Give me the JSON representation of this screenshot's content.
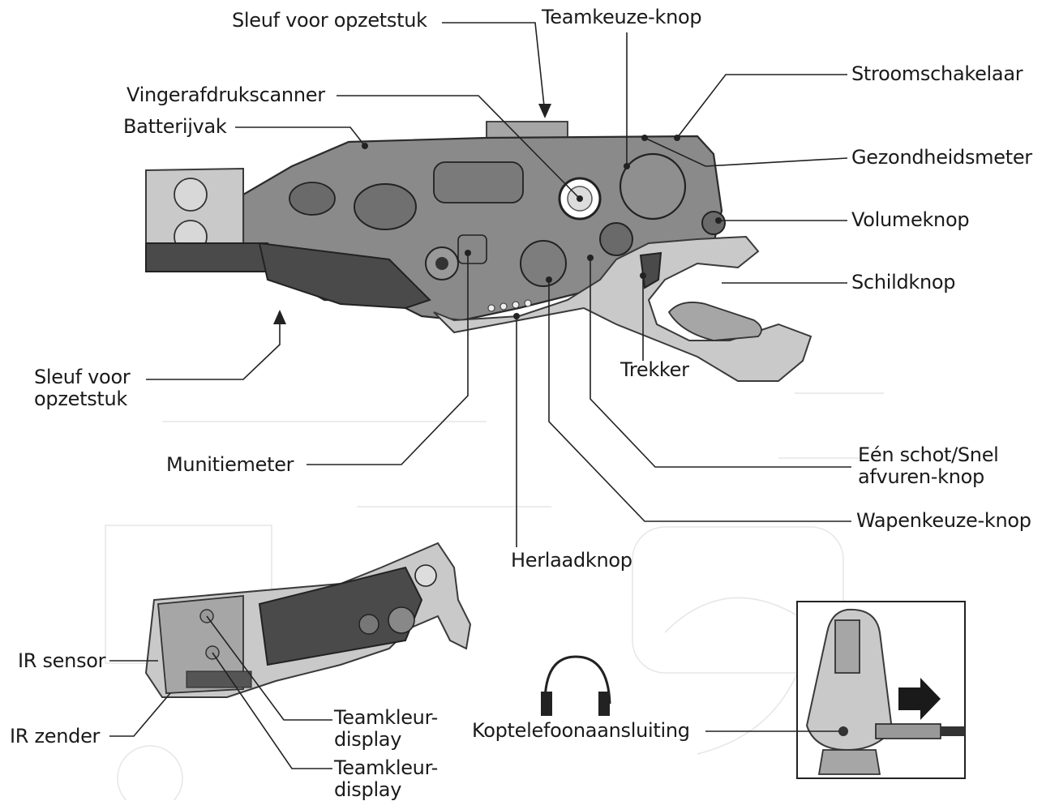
{
  "labels": {
    "sleuf_top": "Sleuf voor opzetstuk",
    "teamkeuze": "Teamkeuze-knop",
    "vingerafdruk": "Vingerafdrukscanner",
    "batterijvak": "Batterijvak",
    "stroomschakelaar": "Stroomschakelaar",
    "gezondheidsmeter": "Gezondheidsmeter",
    "volumeknop": "Volumeknop",
    "schildknop": "Schildknop",
    "trekker": "Trekker",
    "sleuf_left": "Sleuf voor\nopzetstuk",
    "munitiemeter": "Munitiemeter",
    "een_schot": "Eén schot/Snel\nafvuren-knop",
    "wapenkeuze": "Wapenkeuze-knop",
    "herlaadknop": "Herlaadknop",
    "ir_sensor": "IR sensor",
    "ir_zender": "IR zender",
    "teamkleur_1": "Teamkleur-\ndisplay",
    "teamkleur_2": "Teamkleur-\ndisplay",
    "koptelefoon": "Koptelefoonaansluiting"
  },
  "colors": {
    "line": "#222222",
    "ghost": "#e6e6e6",
    "device_body": "#8a8a8a"
  }
}
